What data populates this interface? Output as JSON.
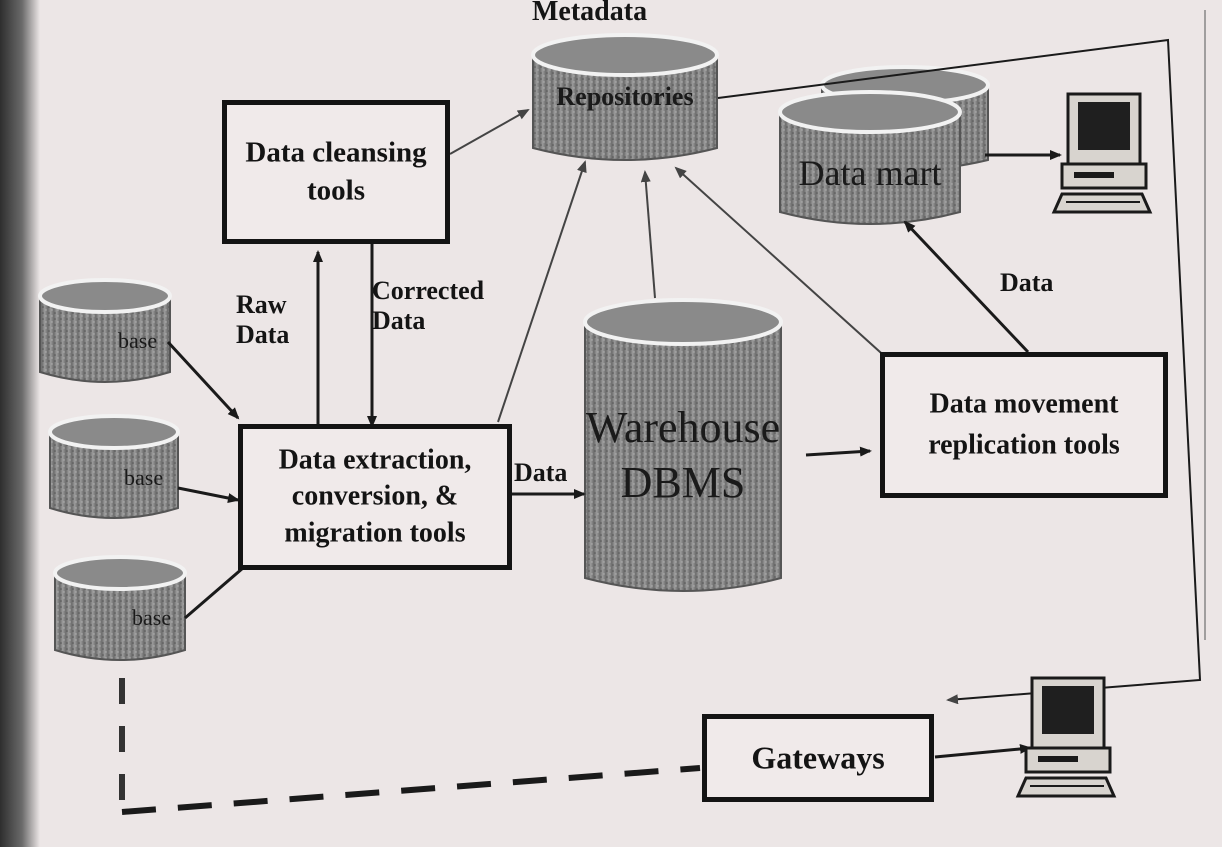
{
  "nodes": {
    "metadata_title": "Metadata",
    "repositories": "Repositories",
    "cleansing": "Data cleansing\ntools",
    "extraction": "Data extraction,\nconversion, &\nmigration tools",
    "warehouse": "Warehouse\nDBMS",
    "movement": "Data movement\nreplication tools",
    "datamart": "Data mart",
    "gateways": "Gateways"
  },
  "labels": {
    "raw_data": "Raw\nData",
    "corrected_data": "Corrected\nData",
    "data_to_dbms": "Data",
    "data_to_mart": "Data"
  },
  "sources": [
    "base",
    "base",
    "base"
  ]
}
